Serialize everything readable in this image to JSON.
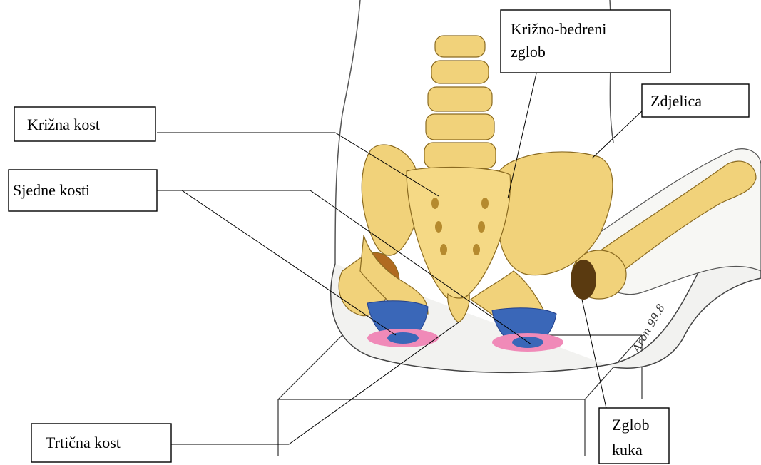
{
  "labels": {
    "krizno_bedreni_line1": "Križno-bedreni",
    "krizno_bedreni_line2": "zglob",
    "zdjelica": "Zdjelica",
    "krizna_kost": "Križna kost",
    "sjedne_kosti": "Sjedne kosti",
    "trticna_kost": "Trtična kost",
    "zglob_kuka_line1": "Zglob",
    "zglob_kuka_line2": "kuka"
  },
  "signature": "Aron 99.8",
  "colors": {
    "bone": "#f1d27a",
    "bone_shadow": "#c99a3a",
    "sit_bone_blue": "#3a67b8",
    "pressure_pink": "#f08ab8",
    "cushion": "#f2f2f0",
    "skin_outline": "#555555"
  }
}
